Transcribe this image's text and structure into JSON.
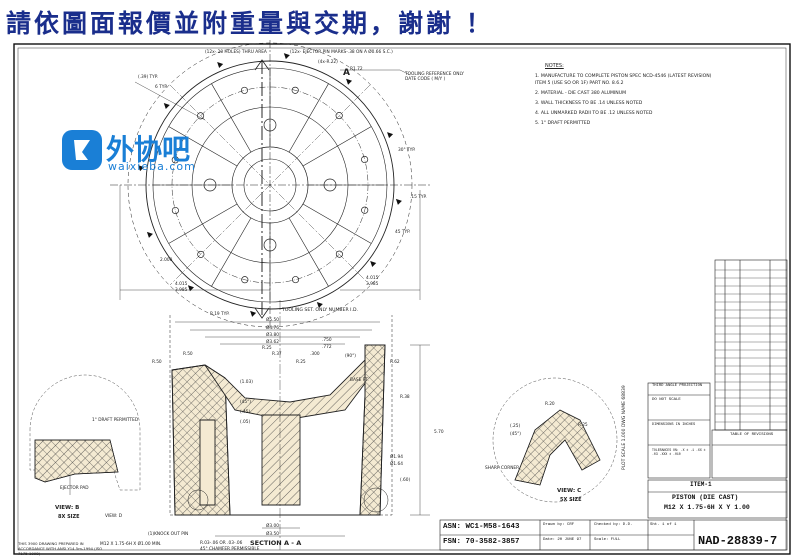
{
  "banner": {
    "text": "請依圖面報價並附重量與交期，謝謝 ！"
  },
  "watermark": {
    "brand": "外协吧",
    "url": "waixieba.com"
  },
  "notes": {
    "title": "NOTES:",
    "items": [
      "1.  MANUFACTURE TO COMPLETE PISTON SPEC NCD-4546 (LATEST REVISION) ITEM 5 (USE SO OR 1F) PART NO. 8.6.2",
      "2.  MATERIAL - DIE CAST 380 ALUMINUM",
      "3.  WALL THICKNESS TO BE .14 UNLESS NOTED",
      "4.  ALL UNMARKED RADII TO BE .12 UNLESS NOTED",
      "5.  1° DRAFT PERMITTED"
    ]
  },
  "top_view": {
    "section_marker": "A",
    "callouts": [
      "(12x-.20 HOLES) THRU AREA",
      "(12x- EJECTOR PIN MARKS-.38 ON A Ø0.66 S.C.)",
      "(4x-R.22)",
      "R1.72",
      "TOOLING REFERENCE ONLY DATE CODE ( M/Y )",
      "(.39) TYP.",
      "30° TYP.",
      "6 TYP.",
      "45 TYP.",
      ".15 TYP.",
      "4.015",
      "3.985",
      "2.000",
      "3.985",
      "4.015",
      "R.19 TYP."
    ],
    "tooling_note": "TOOLING SET. ONLY NUMBER I.D."
  },
  "section_view": {
    "dims_top": [
      "Ø5.50",
      "Ø4.76",
      "Ø3.80",
      "Ø3.62"
    ],
    "labels": [
      "R.50",
      "R.50",
      "R.25",
      "R.37",
      ".750",
      ".772",
      ".300",
      "R.25",
      "(90°)",
      "BASE PT.",
      "R.62",
      "R.38",
      "Ø1.94",
      "Ø1.64",
      "5.70",
      "(.60)",
      "(1.03)",
      "(45°)",
      "(.45)",
      "(.05)",
      "1° DRAFT PERMITTED",
      "Ø3.00",
      "Ø3.50",
      "R.03-.06 OR .03-.06",
      "45° CHAMFER PERMISSIBLE",
      "VIEW: D",
      "(1)KNOCK OUT PIN",
      "M12 X 1.75-6H X Ø1.00 MIN."
    ],
    "section_title": "SECTION A - A"
  },
  "view_b": {
    "title": "VIEW: B",
    "scale": "8X SIZE",
    "label": "EJECTOR PAD"
  },
  "view_c": {
    "title": "VIEW: C",
    "scale": "5X SIZE",
    "labels": [
      "R.20",
      "R.25",
      "(45°)",
      "(.25)",
      "SHARP CORNER"
    ]
  },
  "footer_note": "THIS 3900 DRAWING PREPARED IN ACCORDANCE WITH ANSI Y14.5m-1994 (ISO 7175-1998)",
  "title_block": {
    "company": "PISTON (DIE CAST)",
    "part_desc": "M12 X 1.75-6H X Y 1.00",
    "item": "ITEM-1",
    "asn": "ASN: WC1-M58-1643",
    "fsn": "FSN: 70-3582-3857",
    "drawing_no": "NAD-28839-7",
    "third_angle": "THIRD ANGLE PROJECTION",
    "do_not_scale": "DO NOT SCALE",
    "dims_in_inches": "DIMENSIONS IN INCHES",
    "tol_label": "TOLERANCES ON: .X ± .1 .XX ± .03 .XXX ± .010",
    "table_of_revisions": "TABLE OF REVISIONS",
    "drawn_by": "Drawn by: CRF",
    "date": "Date: 20 JUNE 97",
    "checked_by": "Checked by: D.D.",
    "scale": "Scale: FULL",
    "sheet": "Sht. 1 of 1"
  },
  "side_text": "PLOT SCALE 1.000   DWG NAME 68839"
}
